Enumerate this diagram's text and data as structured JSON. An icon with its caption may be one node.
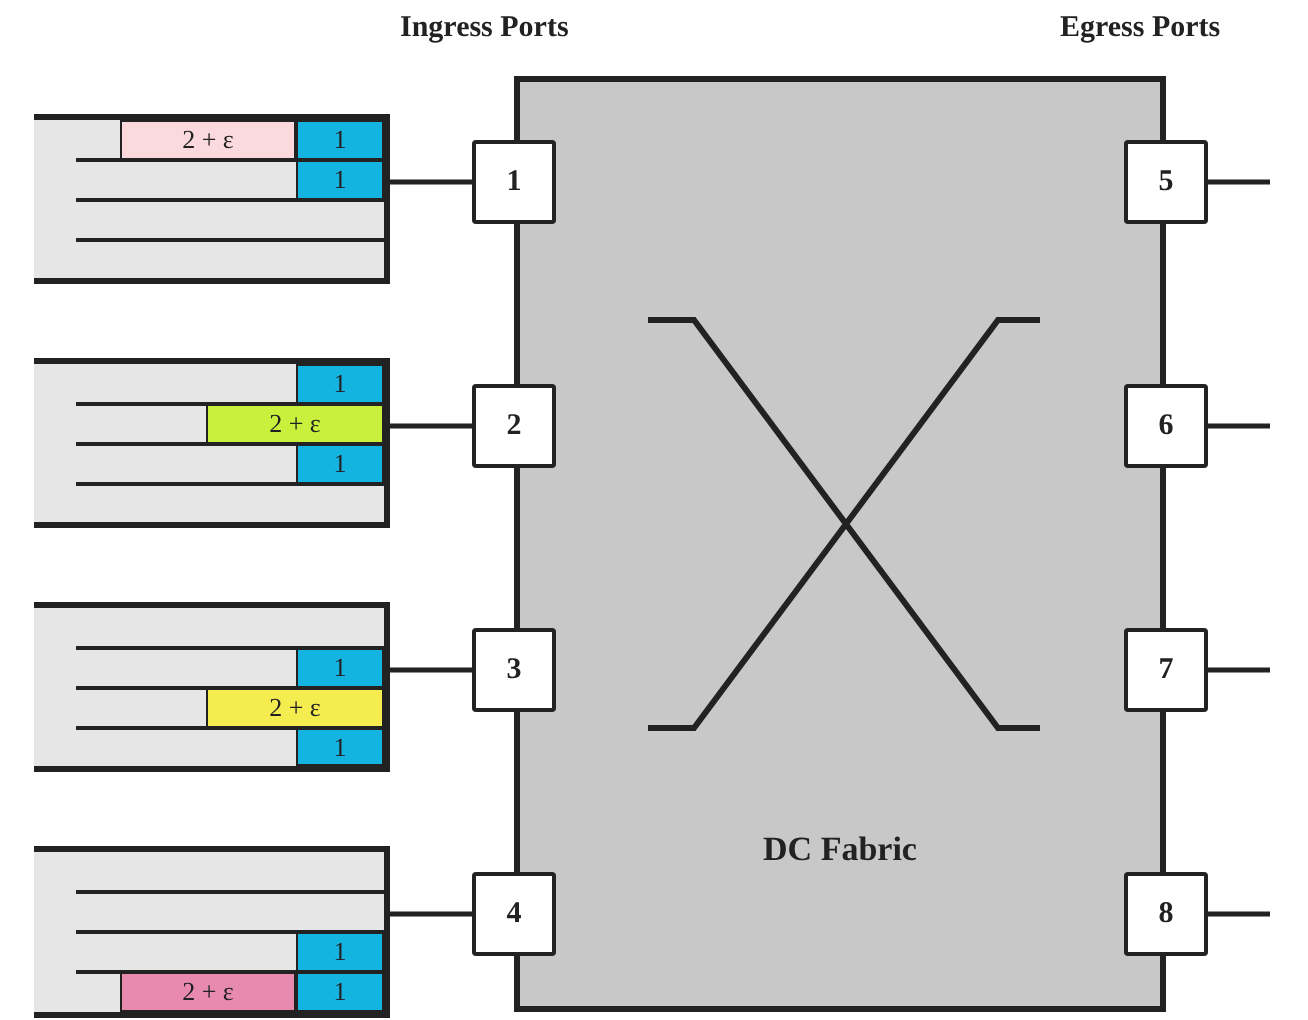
{
  "diagram": {
    "nodes": [
      {
        "text": [
          "DC Fabric"
        ]
      },
      {
        "text": [
          "1"
        ]
      },
      {
        "text": [
          "2"
        ]
      },
      {
        "text": [
          "3"
        ]
      },
      {
        "text": [
          "4"
        ]
      },
      {
        "text": [
          "5"
        ]
      },
      {
        "text": [
          "6"
        ]
      },
      {
        "text": [
          "7"
        ]
      },
      {
        "text": [
          "8"
        ]
      },
      {
        "text": [],
        "shape": "box"
      },
      {
        "text": [
          "2 + ε"
        ],
        "in": 9
      },
      {
        "text": [
          "1"
        ],
        "in": 9
      },
      {
        "text": [
          "1"
        ],
        "in": 9
      },
      {
        "text": [],
        "shape": "box"
      },
      {
        "text": [
          "1"
        ],
        "in": 13
      },
      {
        "text": [
          "2 + ε"
        ],
        "in": 13
      },
      {
        "text": [
          "1"
        ],
        "in": 13
      },
      {
        "text": [],
        "shape": "box"
      },
      {
        "text": [
          "1"
        ],
        "in": 17
      },
      {
        "text": [
          "2 + ε"
        ],
        "in": 17
      },
      {
        "text": [
          "1"
        ],
        "in": 17
      },
      {
        "text": [],
        "shape": "box"
      },
      {
        "text": [
          "1"
        ],
        "in": 21
      },
      {
        "text": [
          "1"
        ],
        "in": 21
      },
      {
        "text": [
          "2 + ε"
        ],
        "in": 21
      }
    ],
    "edges": [
      {
        "from": 9,
        "to": 1,
        "arrow": "none"
      },
      {
        "from": 13,
        "to": 2,
        "arrow": "none"
      },
      {
        "from": 17,
        "to": 3,
        "arrow": "none"
      },
      {
        "from": 21,
        "to": 4,
        "arrow": "none"
      },
      {
        "from": 5,
        "to": null,
        "arrow": "none"
      },
      {
        "from": 6,
        "to": null,
        "arrow": "none"
      },
      {
        "from": 7,
        "to": null,
        "arrow": "none"
      },
      {
        "from": 8,
        "to": null,
        "arrow": "none"
      }
    ],
    "labels": [
      "Ingress Ports",
      "Egress Ports"
    ]
  }
}
